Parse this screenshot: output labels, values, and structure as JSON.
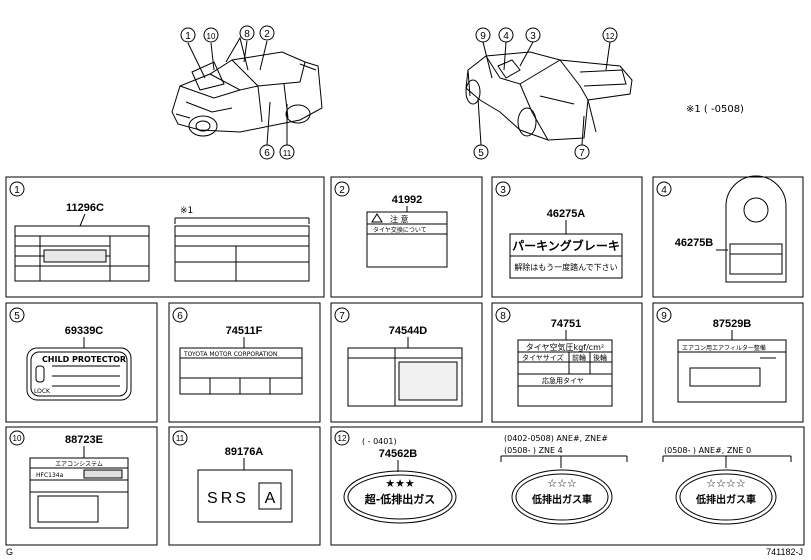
{
  "header": {
    "note_label": "※1 (   -0508)"
  },
  "callouts_left": [
    "1",
    "10",
    "8",
    "2",
    "6",
    "11"
  ],
  "callouts_right": [
    "9",
    "4",
    "3",
    "12",
    "5",
    "7"
  ],
  "panels": [
    {
      "num": "1",
      "parts": [
        "11296C"
      ],
      "note": "※1"
    },
    {
      "num": "2",
      "parts": [
        "41992"
      ],
      "label_title": "注 意",
      "label_line": "タイヤ交換について"
    },
    {
      "num": "3",
      "parts": [
        "46275A"
      ],
      "label_title": "パーキングブレーキ",
      "label_line": "解除はもう一度踏んで下さい"
    },
    {
      "num": "4",
      "parts": [
        "46275B"
      ]
    },
    {
      "num": "5",
      "parts": [
        "69339C"
      ],
      "label_title": "CHILD PROTECTOR",
      "label_line": "LOCK"
    },
    {
      "num": "6",
      "parts": [
        "74511F"
      ],
      "label_title": "TOYOTA MOTOR CORPORATION"
    },
    {
      "num": "7",
      "parts": [
        "74544D"
      ]
    },
    {
      "num": "8",
      "parts": [
        "74751"
      ],
      "label_title": "タイヤ空気圧kgf/cm²",
      "col1": "タイヤサイズ",
      "col2": "前輪",
      "col3": "後輪",
      "label_line": "応急用タイヤ"
    },
    {
      "num": "9",
      "parts": [
        "87529B"
      ],
      "label_title": "エアコン用エアフィルター整備"
    },
    {
      "num": "10",
      "parts": [
        "88723E"
      ],
      "label_title": "エアコンシステム",
      "label_line": "HFC134a"
    },
    {
      "num": "11",
      "parts": [
        "89176A"
      ],
      "srs": "SRS",
      "srs_box": "A"
    },
    {
      "num": "12",
      "parts": [
        "74562B"
      ],
      "range1": "(     -  0401)",
      "range2": "(0402-0508) ANE#, ZNE#",
      "range3": "(0508-          ) ZNE 4",
      "range4": "(0508-          ) ANE#, ZNE 0",
      "oval1": "超-低排出ガス",
      "oval2": "低排出ガス車",
      "oval3": "低排出ガス車",
      "stars1": "★★★",
      "stars2": "☆☆☆",
      "stars3": "☆☆☆☆"
    }
  ],
  "footer": {
    "left": "G",
    "right": "741182-J"
  }
}
